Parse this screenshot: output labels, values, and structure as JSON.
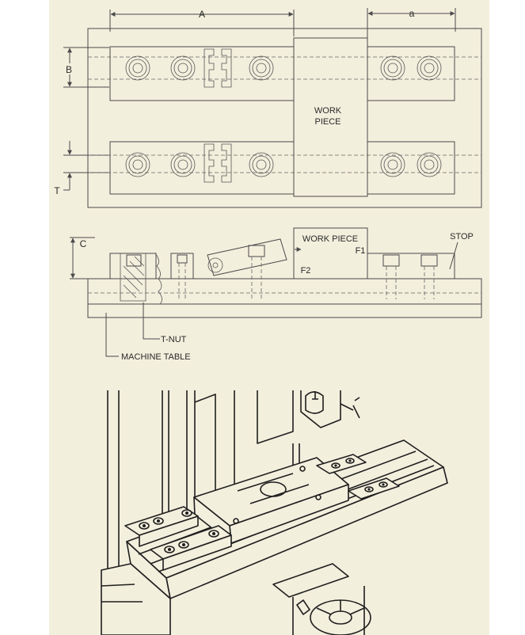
{
  "panel": {
    "background": "#f3efdd",
    "line_color": "#4a4a4a"
  },
  "top_view": {
    "dim_a_upper": "A",
    "dim_a_lower": "a",
    "dim_b": "B",
    "dim_t": "T",
    "workpiece_line1": "WORK",
    "workpiece_line2": "PIECE"
  },
  "side_view": {
    "dim_c": "C",
    "workpiece": "WORK PIECE",
    "force_f1": "F1",
    "force_f2": "F2",
    "stop": "STOP",
    "t_nut": "T-NUT",
    "machine_table": "MACHINE TABLE"
  }
}
